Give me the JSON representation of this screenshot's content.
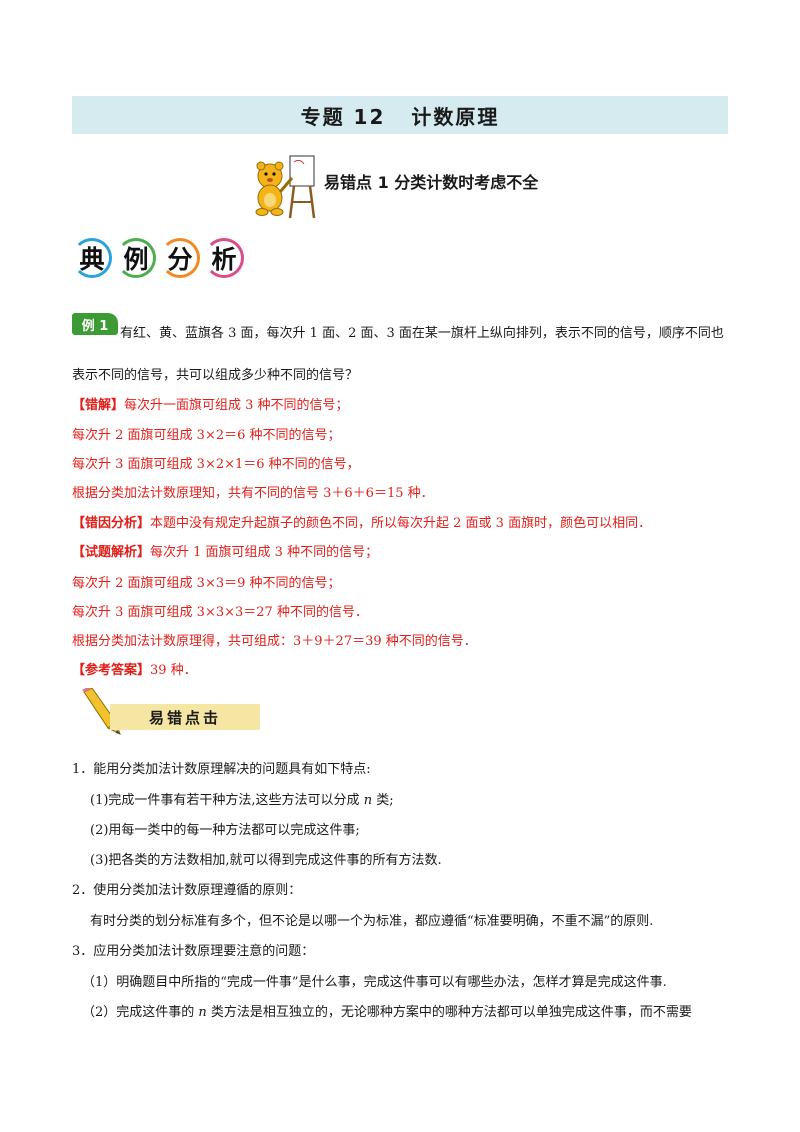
{
  "header": {
    "title_a": "专题 12",
    "title_b": "计数原理"
  },
  "sub_section": {
    "title": "易错点 1  分类计数时考虑不全",
    "icon": "bear-painting-icon"
  },
  "banner": {
    "chars": [
      "典",
      "例",
      "分",
      "析"
    ],
    "ring_colors": [
      "#2aa3d9",
      "#4cae4c",
      "#f08a24",
      "#d94d8a"
    ]
  },
  "example": {
    "tag": "例 1",
    "question_line1": "有红、黄、蓝旗各 3 面，每次升 1 面、2 面、3 面在某一旗杆上纵向排列，表示不同的信号，顺序不同也",
    "question_line2": "表示不同的信号，共可以组成多少种不同的信号？"
  },
  "wrong_solution": {
    "label": "【错解】",
    "line1": "每次升一面旗可组成 3 种不同的信号；",
    "line2": "每次升 2 面旗可组成 3×2＝6 种不同的信号；",
    "line3": "每次升 3 面旗可组成 3×2×1＝6 种不同的信号，",
    "line4": "根据分类加法计数原理知，共有不同的信号 3＋6＋6＝15 种．"
  },
  "error_analysis": {
    "label": "【错因分析】",
    "text": "本题中没有规定升起旗子的颜色不同，所以每次升起 2 面或 3 面旗时，颜色可以相同．"
  },
  "solution": {
    "label": "【试题解析】",
    "line1": "每次升 1 面旗可组成 3 种不同的信号；",
    "line2": "每次升 2 面旗可组成 3×3＝9 种不同的信号；",
    "line3": "每次升 3 面旗可组成 3×3×3＝27 种不同的信号．",
    "line4": "根据分类加法计数原理得，共可组成：3＋9＋27＝39 种不同的信号．"
  },
  "answer": {
    "label": "【参考答案】",
    "text": "39 种．"
  },
  "tips": {
    "banner_label": "易错点击",
    "banner_icon": "pencil-icon",
    "item1_title": "1．能用分类加法计数原理解决的问题具有如下特点:",
    "item1_sub1_a": "(1)完成一件事有若干种方法,这些方法可以分成 ",
    "item1_sub1_var": "n",
    "item1_sub1_b": " 类;",
    "item1_sub2": "(2)用每一类中的每一种方法都可以完成这件事;",
    "item1_sub3": "(3)把各类的方法数相加,就可以得到完成这件事的所有方法数.",
    "item2_title": "2．使用分类加法计数原理遵循的原则：",
    "item2_text": "有时分类的划分标准有多个，但不论是以哪一个为标准，都应遵循“标准要明确，不重不漏”的原则.",
    "item3_title": "3．应用分类加法计数原理要注意的问题：",
    "item3_sub1": "（1）明确题目中所指的“完成一件事”是什么事，完成这件事可以有哪些办法，怎样才算是完成这件事.",
    "item3_sub2_a": "（2）完成这件事的 ",
    "item3_sub2_var": "n",
    "item3_sub2_b": " 类方法是相互独立的，无论哪种方案中的哪种方法都可以单独完成这件事，而不需要"
  }
}
